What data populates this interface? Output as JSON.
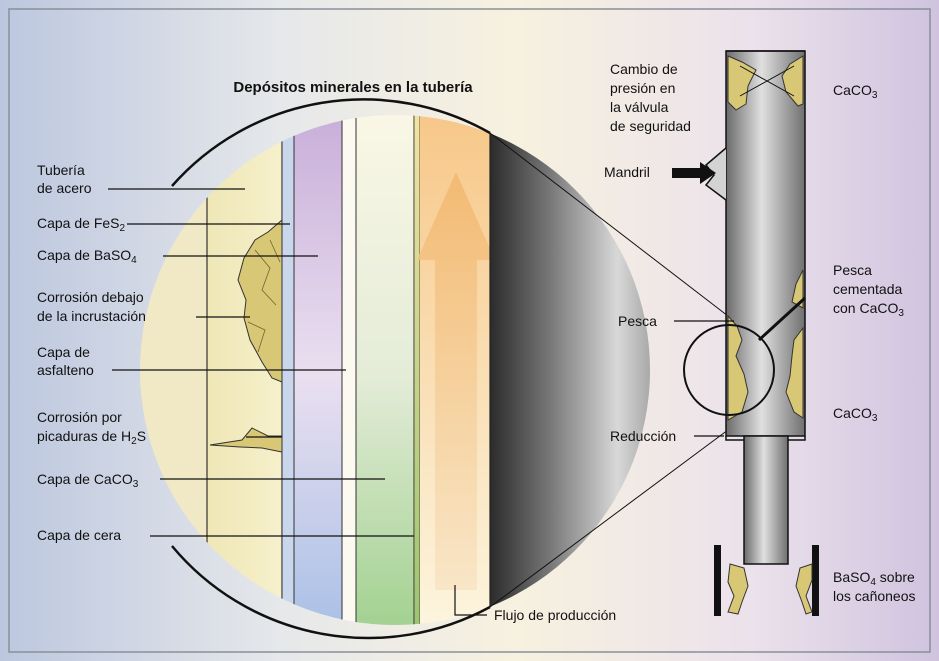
{
  "title": "Depósitos minerales en la tubería",
  "left_labels": {
    "tuberia_1": "Tubería",
    "tuberia_2": "de acero",
    "fes2_pre": "Capa de FeS",
    "fes2_sub": "2",
    "baso4_pre": "Capa de BaSO",
    "baso4_sub": "4",
    "corrosion_1": "Corrosión debajo",
    "corrosion_2": "de la incrustación",
    "asfalteno_1": "Capa de",
    "asfalteno_2": "asfalteno",
    "h2s_1": "Corrosión por",
    "h2s_2_pre": "picaduras de H",
    "h2s_2_sub": "2",
    "h2s_2_post": "S",
    "caco3_pre": "Capa de CaCO",
    "caco3_sub": "3",
    "cera": "Capa de cera"
  },
  "flow_label": "Flujo de producción",
  "right_labels": {
    "cambio_1": "Cambio de",
    "cambio_2": "presión en",
    "cambio_3": "la válvula",
    "cambio_4": "de seguridad",
    "mandril": "Mandril",
    "pesca": "Pesca",
    "reduccion": "Reducción",
    "caco3_top_pre": "CaCO",
    "caco3_top_sub": "3",
    "pesca_cem_1": "Pesca",
    "pesca_cem_2": "cementada",
    "pesca_cem_3_pre": "con CaCO",
    "pesca_cem_3_sub": "3",
    "caco3_mid_pre": "CaCO",
    "caco3_mid_sub": "3",
    "baso4_pre": "BaSO",
    "baso4_sub": "4",
    "baso4_post": " sobre",
    "canoneos": "los cañoneos"
  }
}
